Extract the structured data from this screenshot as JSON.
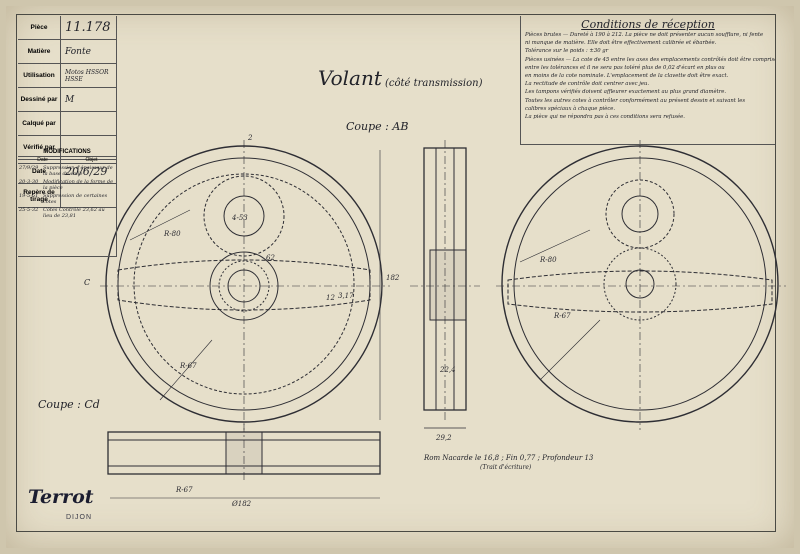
{
  "title_block": {
    "rows": [
      {
        "label": "Pièce",
        "value": "11.178"
      },
      {
        "label": "Matière",
        "value": "Fonte"
      },
      {
        "label": "Utilisation",
        "value": "Motos HSSOR HSSE"
      },
      {
        "label": "Dessiné par",
        "value": "M"
      },
      {
        "label": "Calqué par",
        "value": ""
      },
      {
        "label": "Vérifié par",
        "value": ""
      },
      {
        "label": "Date",
        "value": "20/6/29"
      },
      {
        "label": "Repère de tirage",
        "value": ""
      }
    ]
  },
  "modifications": {
    "heading": "MODIFICATIONS",
    "col_date": "Date",
    "col_object": "Objet",
    "rows": [
      {
        "date": "27/9/29",
        "object": "Suppression d'épaisseur de la base du voile"
      },
      {
        "date": "20-3-30",
        "object": "Modification de la forme de la pièce"
      },
      {
        "date": "19-5-51",
        "object": "Suppression de certaines cotes"
      },
      {
        "date": "25-5-32",
        "object": "Côtes Contrôle 23,62 au lieu de 23,81"
      }
    ],
    "letter": "C"
  },
  "conditions": {
    "title": "Conditions de réception",
    "lines": [
      "Pièces brutes — Dureté à 190 à 212. La pièce ne doit présenter aucun soufflure, ni fente",
      "ni manque de matière. Elle doit être effectivement calibrée et ébarbée.",
      "Tolérance sur le poids : ±30 gr",
      "Pièces usinées — La cote de 45 entre les axes des emplacements contrôlés doit être comprise",
      "entre les tolérances et il ne sera pas toléré plus de 0,02 d'écart en plus ou",
      "en moins de la cote nominale. L'emplacement de la clavette doit être exact.",
      "La rectitude de contrôle doit centrer avec jeu.",
      "Les tampons vérifiés doivent affleurer exactement au plus grand diamètre.",
      "Toutes les autres cotes à contrôler conformément au présent dessin et suivant les",
      "calibres spéciaux à chaque pièce.",
      "La pièce qui ne répondra pas à ces conditions sera refusée."
    ]
  },
  "drawing": {
    "title": "Volant",
    "subtitle": "(côté transmission)",
    "coupe_ab": "Coupe : AB",
    "coupe_cd": "Coupe : Cd",
    "dimensions": [
      "4-53",
      "R-80",
      "R-67",
      "182",
      "12",
      "3,17",
      "62",
      "22,4",
      "29,2",
      "Ø182",
      "R-67",
      "R-80",
      "R-67"
    ],
    "marker_2": "2",
    "note": "Rom Nacarde le 16,8 ; Fin 0,77 ; Profondeur 13",
    "note_sub": "(Trait d'écriture)"
  },
  "logo": {
    "brand": "Terrot",
    "city": "DIJON"
  }
}
